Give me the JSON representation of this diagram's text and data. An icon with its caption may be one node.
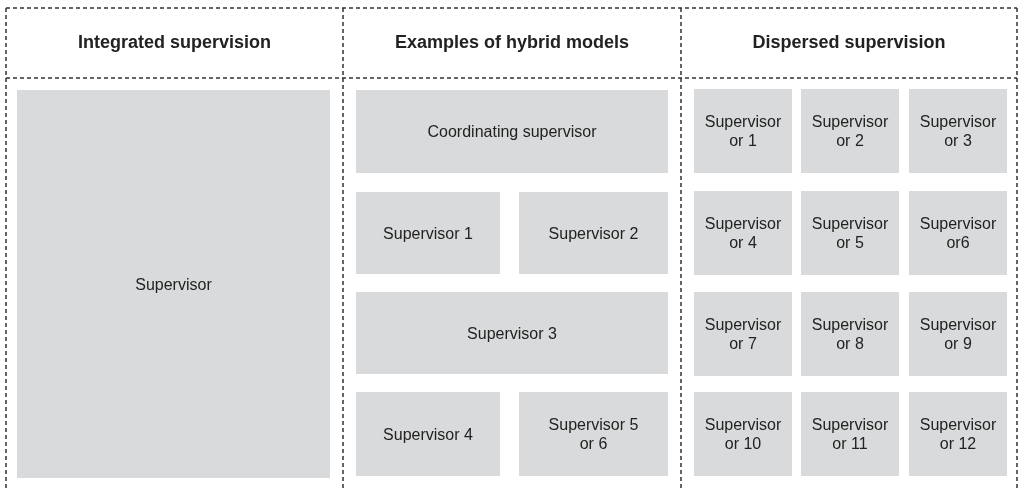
{
  "diagram": {
    "nodes": [
      {
        "text": [
          "Supervisor"
        ]
      },
      {
        "text": [
          "Coordinating supervisor"
        ]
      },
      {
        "text": [
          "Supervisor 1"
        ]
      },
      {
        "text": [
          "Supervisor 2"
        ]
      },
      {
        "text": [
          "Supervisor 3"
        ]
      },
      {
        "text": [
          "Supervisor 4"
        ]
      },
      {
        "text": [
          "Supervisor 5 or 6"
        ]
      },
      {
        "text": [
          "Supervisor or 1"
        ]
      },
      {
        "text": [
          "Supervisor or 2"
        ]
      },
      {
        "text": [
          "Supervisor or 3"
        ]
      },
      {
        "text": [
          "Supervisor or 4"
        ]
      },
      {
        "text": [
          "Supervisor or 5"
        ]
      },
      {
        "text": [
          "Supervisor or6"
        ]
      },
      {
        "text": [
          "Supervisor or 7"
        ]
      },
      {
        "text": [
          "Supervisor or 8"
        ]
      },
      {
        "text": [
          "Supervisor or 9"
        ]
      },
      {
        "text": [
          "Supervisor or 10"
        ]
      },
      {
        "text": [
          "Supervisor or 11"
        ]
      },
      {
        "text": [
          "Supervisor or 12"
        ]
      }
    ],
    "labels": [
      "Integrated supervision",
      "Examples of hybrid models",
      "Dispersed supervision"
    ]
  }
}
